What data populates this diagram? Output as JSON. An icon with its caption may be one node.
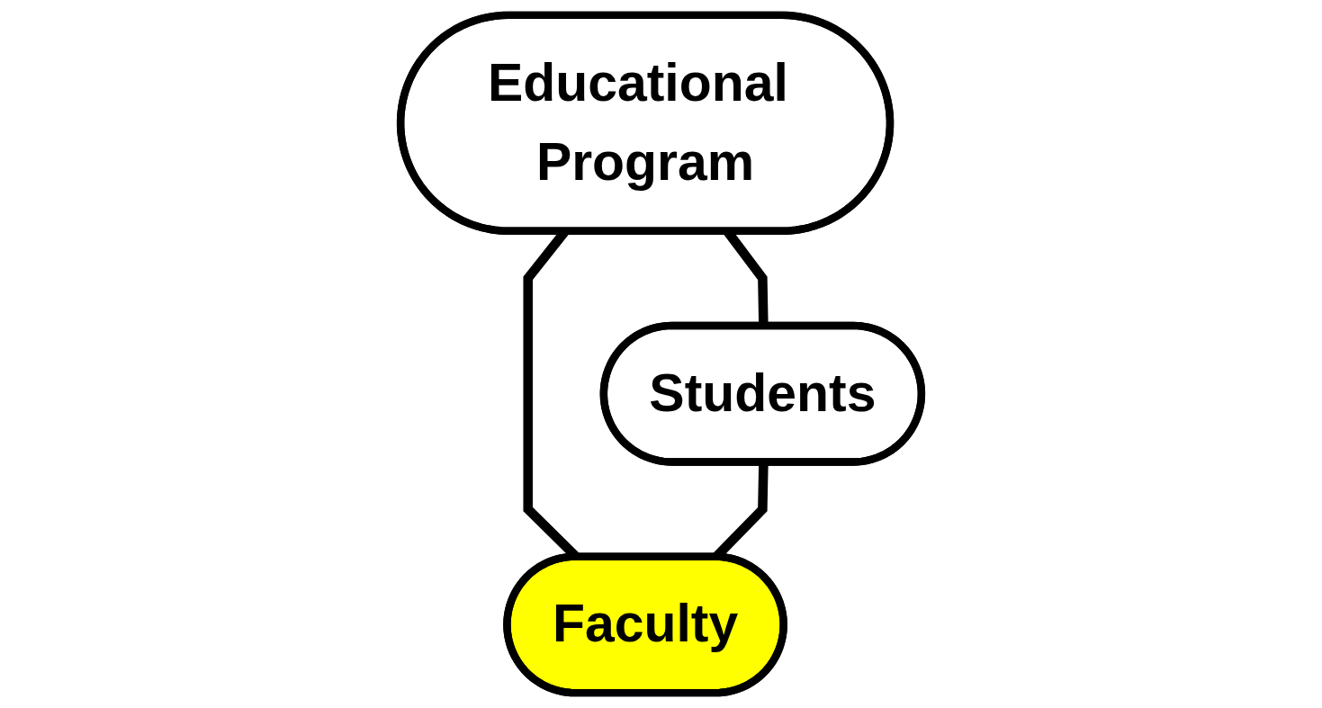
{
  "diagram": {
    "nodes": [
      {
        "text": [
          "Educational Program"
        ]
      },
      {
        "text": [
          "Students"
        ]
      },
      {
        "text": [
          "Faculty"
        ]
      }
    ],
    "edges": [
      {
        "from": 0,
        "to": 1,
        "arrow": "none"
      },
      {
        "from": 0,
        "to": 2,
        "arrow": "none"
      },
      {
        "from": 1,
        "to": 2,
        "arrow": "none"
      }
    ]
  }
}
